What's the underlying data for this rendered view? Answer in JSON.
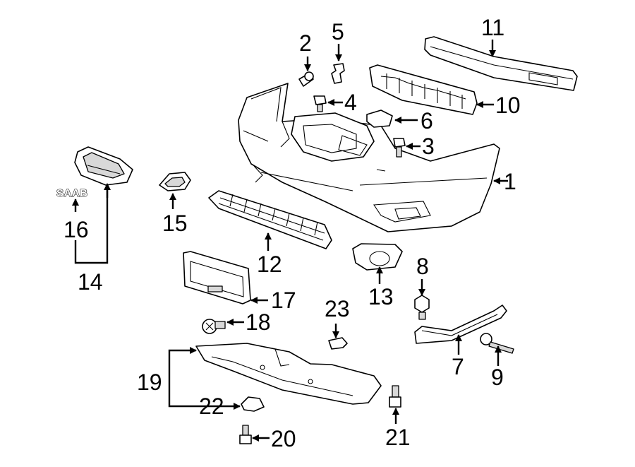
{
  "callouts": {
    "n1": "1",
    "n2": "2",
    "n3": "3",
    "n4": "4",
    "n5": "5",
    "n6": "6",
    "n7": "7",
    "n8": "8",
    "n9": "9",
    "n10": "10",
    "n11": "11",
    "n12": "12",
    "n13": "13",
    "n14": "14",
    "n15": "15",
    "n16": "16",
    "n17": "17",
    "n18": "18",
    "n19": "19",
    "n20": "20",
    "n21": "21",
    "n22": "22",
    "n23": "23"
  },
  "emblem_text": "SAAB"
}
